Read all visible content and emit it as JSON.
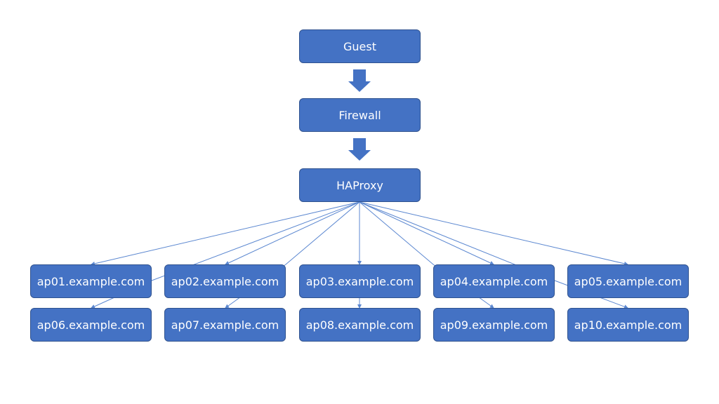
{
  "colors": {
    "node_fill": "#4472c4",
    "node_border": "#2f528f",
    "node_text": "#ffffff",
    "arrow": "#4472c4",
    "connector": "#5b87d0"
  },
  "nodes": {
    "guest": "Guest",
    "firewall": "Firewall",
    "haproxy": "HAProxy",
    "servers": [
      "ap01.example.com",
      "ap02.example.com",
      "ap03.example.com",
      "ap04.example.com",
      "ap05.example.com",
      "ap06.example.com",
      "ap07.example.com",
      "ap08.example.com",
      "ap09.example.com",
      "ap10.example.com"
    ]
  }
}
